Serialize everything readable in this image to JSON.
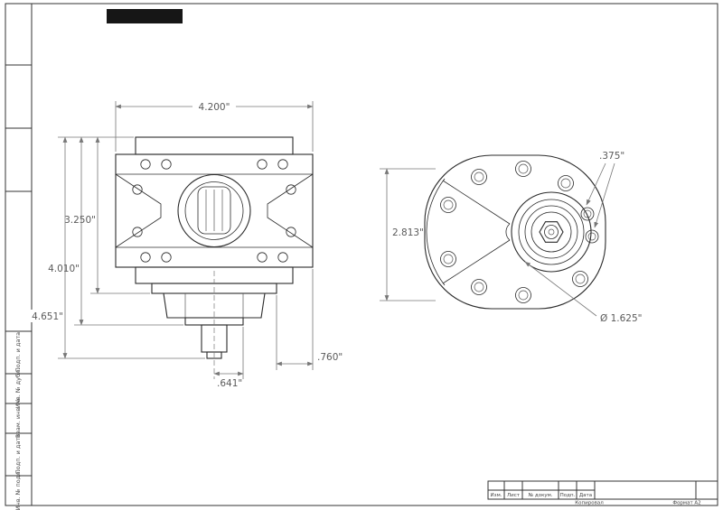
{
  "dims": {
    "overall_width": "4.200\"",
    "height_a": "3.250\"",
    "height_b": "4.010\"",
    "height_c": "4.651\"",
    "shaft_offset": ".641\"",
    "port_offset": ".760\"",
    "front_height": "2.813\"",
    "hole_dia": ".375\"",
    "hub_dia": "Ø 1.625\""
  },
  "frame": {
    "left_strip_labels": [
      "Подп. и дата",
      "Инв. № дубл.",
      "Взам. инв. №",
      "Подп. и дата",
      "Инв. № подл."
    ],
    "title_block": {
      "cells": [
        "Изм.",
        "Лист",
        "№ докум.",
        "Подп.",
        "Дата"
      ],
      "footer_copy": "Копировал",
      "footer_format": "Формат A2"
    }
  }
}
